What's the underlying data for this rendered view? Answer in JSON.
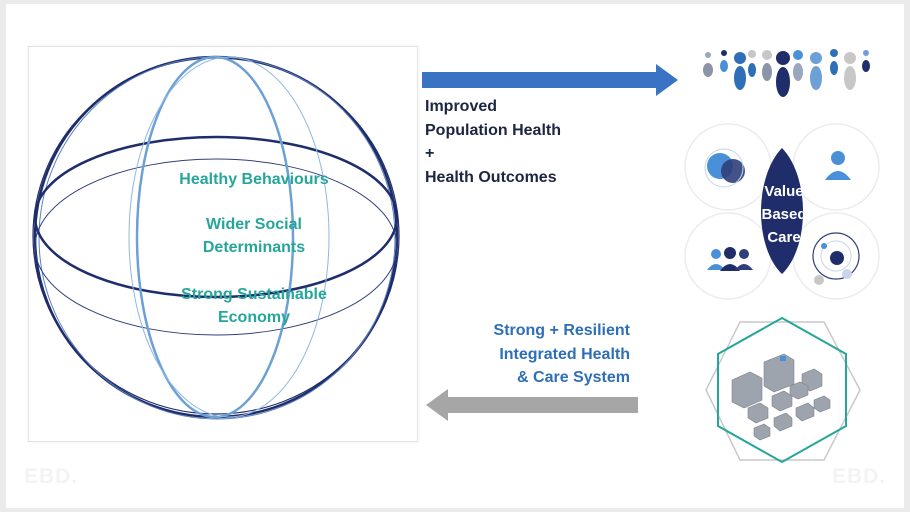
{
  "globe": {
    "line1": "Healthy Behaviours",
    "line2": "Wider Social\nDeterminants",
    "line3": "Strong Sustainable\nEconomy"
  },
  "outcome": {
    "text": "Improved\nPopulation Health\n+\nHealth Outcomes"
  },
  "system": {
    "text": "Strong + Resilient\nIntegrated Health\n& Care System"
  },
  "value_based_care": {
    "label": "Value\nBased\nCare"
  },
  "watermark": {
    "left": "EBD.",
    "right": "EBD."
  },
  "colors": {
    "teal_text": "#26a69a",
    "navy": "#1f2d6b",
    "blue": "#2e6fb7",
    "grey_arrow": "#a6a6a6"
  },
  "icons": [
    "population-dots-icon",
    "person-icon",
    "venn-circles-icon",
    "group-of-people-icon",
    "network-dots-icon",
    "city-buildings-icon"
  ]
}
